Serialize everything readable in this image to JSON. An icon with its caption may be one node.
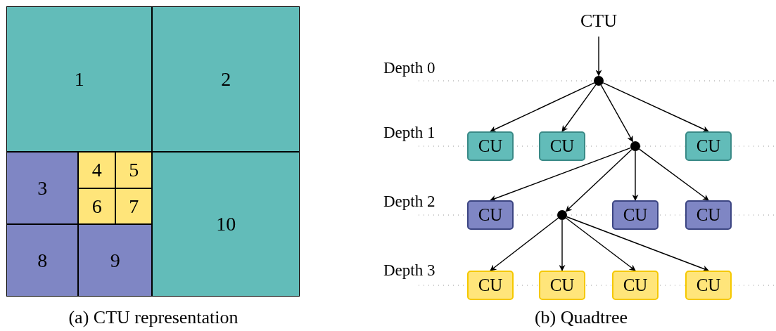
{
  "diagram": {
    "nodes": [
      {
        "text": [
          "1"
        ]
      },
      {
        "text": [
          "2"
        ]
      },
      {
        "text": [
          "3"
        ]
      },
      {
        "text": [
          "4"
        ]
      },
      {
        "text": [
          "5"
        ]
      },
      {
        "text": [
          "6"
        ]
      },
      {
        "text": [
          "7"
        ]
      },
      {
        "text": [
          "8"
        ]
      },
      {
        "text": [
          "9"
        ]
      },
      {
        "text": [
          "10"
        ]
      },
      {
        "text": [
          "CTU"
        ]
      },
      {
        "text": [],
        "shape": "circle"
      },
      {
        "text": [
          "CU"
        ]
      },
      {
        "text": [
          "CU"
        ]
      },
      {
        "text": [],
        "shape": "circle"
      },
      {
        "text": [
          "CU"
        ]
      },
      {
        "text": [
          "CU"
        ]
      },
      {
        "text": [],
        "shape": "circle"
      },
      {
        "text": [
          "CU"
        ]
      },
      {
        "text": [
          "CU"
        ]
      },
      {
        "text": [
          "CU"
        ]
      },
      {
        "text": [
          "CU"
        ]
      },
      {
        "text": [
          "CU"
        ]
      },
      {
        "text": [
          "CU"
        ]
      }
    ],
    "edges": [
      {
        "from": 10,
        "to": 11,
        "arrow": "to"
      },
      {
        "from": 11,
        "to": 12,
        "arrow": "to"
      },
      {
        "from": 11,
        "to": 13,
        "arrow": "to"
      },
      {
        "from": 11,
        "to": 14,
        "arrow": "to"
      },
      {
        "from": 11,
        "to": 15,
        "arrow": "to"
      },
      {
        "from": 14,
        "to": 16,
        "arrow": "to"
      },
      {
        "from": 14,
        "to": 17,
        "arrow": "to"
      },
      {
        "from": 14,
        "to": 18,
        "arrow": "to"
      },
      {
        "from": 14,
        "to": 19,
        "arrow": "to"
      },
      {
        "from": 17,
        "to": 20,
        "arrow": "to"
      },
      {
        "from": 17,
        "to": 21,
        "arrow": "to"
      },
      {
        "from": 17,
        "to": 22,
        "arrow": "to"
      },
      {
        "from": 17,
        "to": 23,
        "arrow": "to"
      }
    ],
    "labels": [
      "Depth 0",
      "Depth 1",
      "Depth 2",
      "Depth 3",
      "(a) CTU representation",
      "(b) Quadtree"
    ]
  }
}
